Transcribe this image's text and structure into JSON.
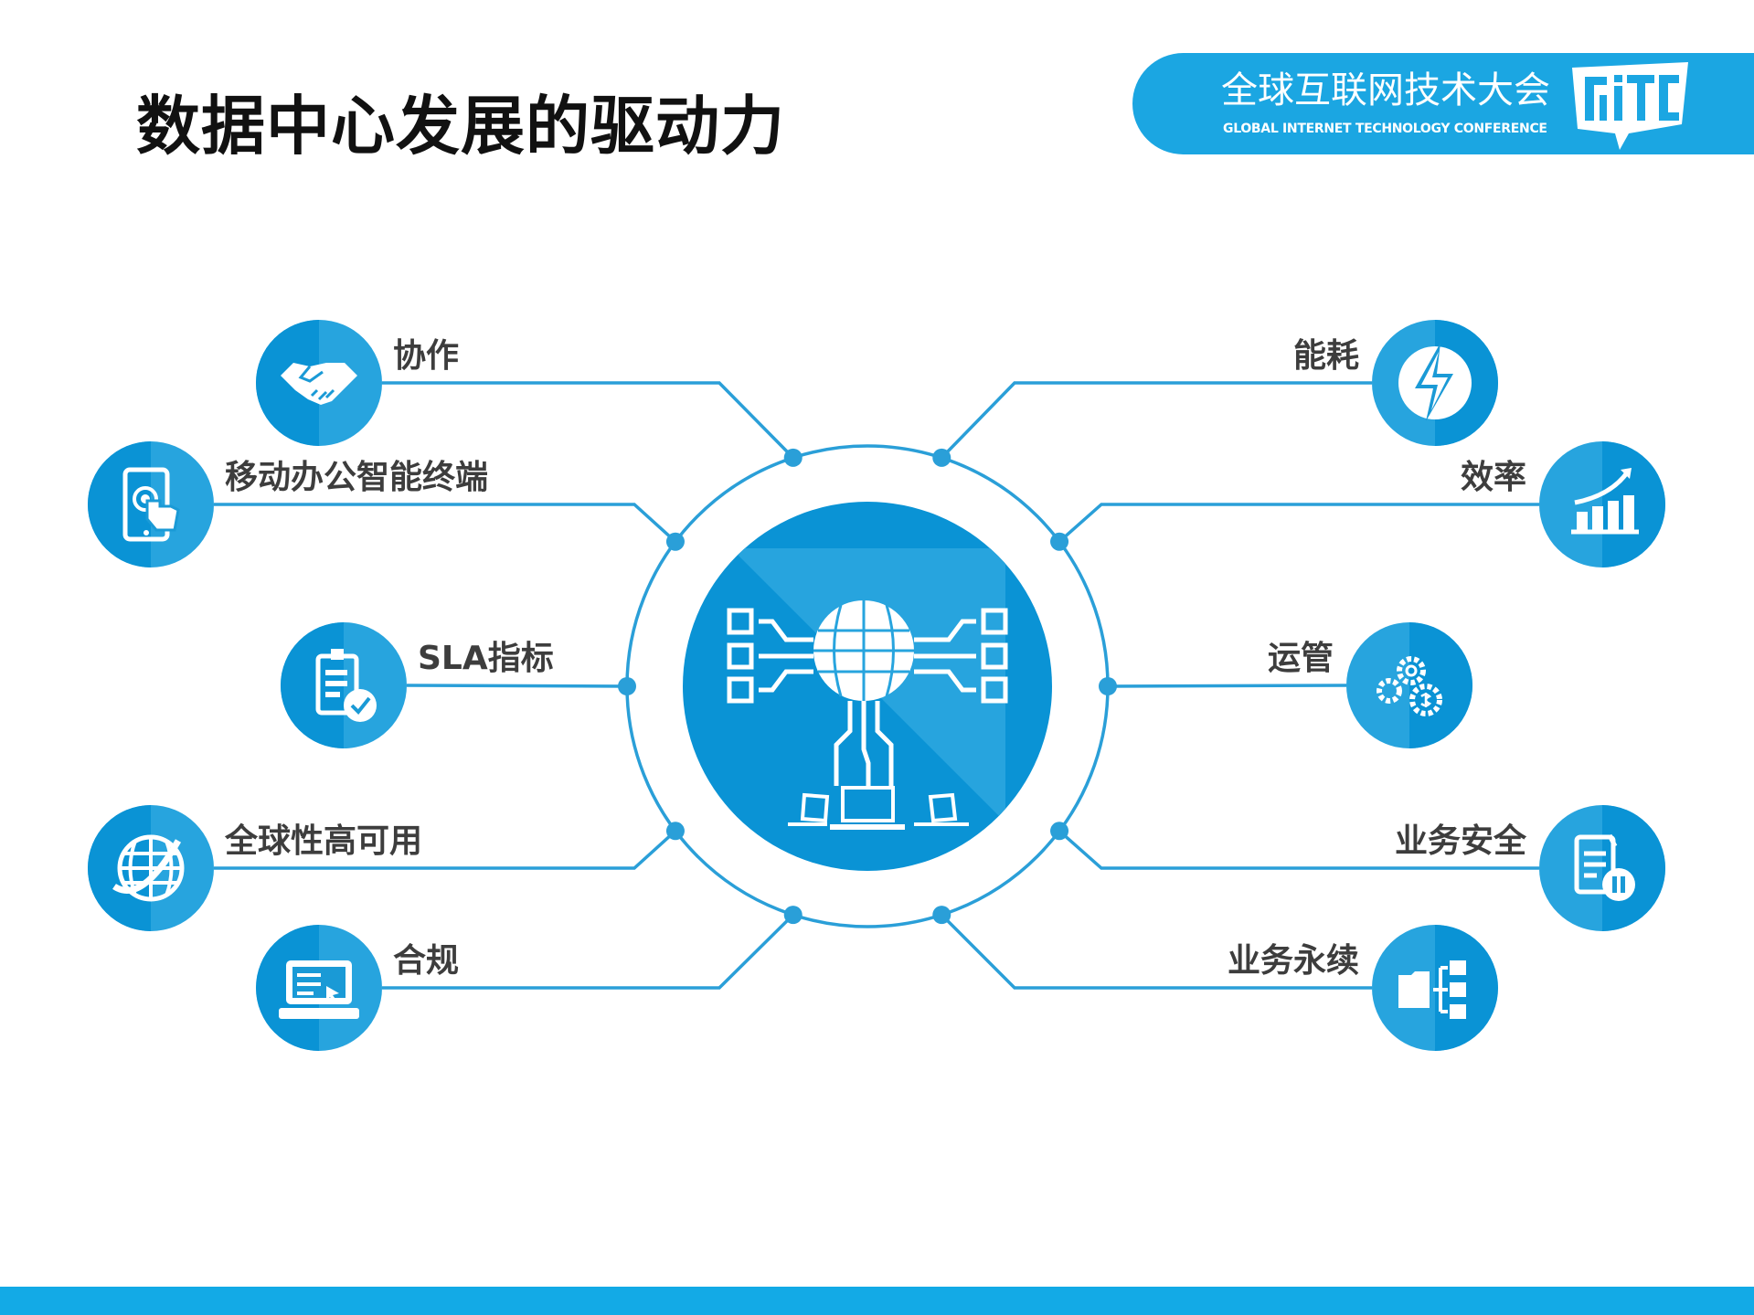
{
  "slide": {
    "title": "数据中心发展的驱动力"
  },
  "logo": {
    "name_cn": "全球互联网技术大会",
    "name_en": "GLOBAL INTERNET TECHNOLOGY CONFERENCE",
    "mark_text": "GITC"
  },
  "colors": {
    "accent": "#1ba6e2",
    "circle_dark": "#0a93d5",
    "circle_light": "#27a4de",
    "line": "#2a9fd8",
    "label": "#3d3d3d",
    "bottom_bar": "#13aae6"
  },
  "center": {
    "icon": "cloud-network-icon"
  },
  "drivers": {
    "left": [
      {
        "label": "协作",
        "icon": "handshake-icon"
      },
      {
        "label": "移动办公智能终端",
        "icon": "tablet-touch-icon"
      },
      {
        "label": "SLA指标",
        "icon": "clipboard-check-icon"
      },
      {
        "label": "全球性高可用",
        "icon": "globe-icon"
      },
      {
        "label": "合规",
        "icon": "laptop-screen-icon"
      }
    ],
    "right": [
      {
        "label": "能耗",
        "icon": "lightning-icon"
      },
      {
        "label": "效率",
        "icon": "growth-chart-icon"
      },
      {
        "label": "运管",
        "icon": "gears-icon"
      },
      {
        "label": "业务安全",
        "icon": "secure-document-icon"
      },
      {
        "label": "业务永续",
        "icon": "folder-tree-icon"
      }
    ]
  }
}
